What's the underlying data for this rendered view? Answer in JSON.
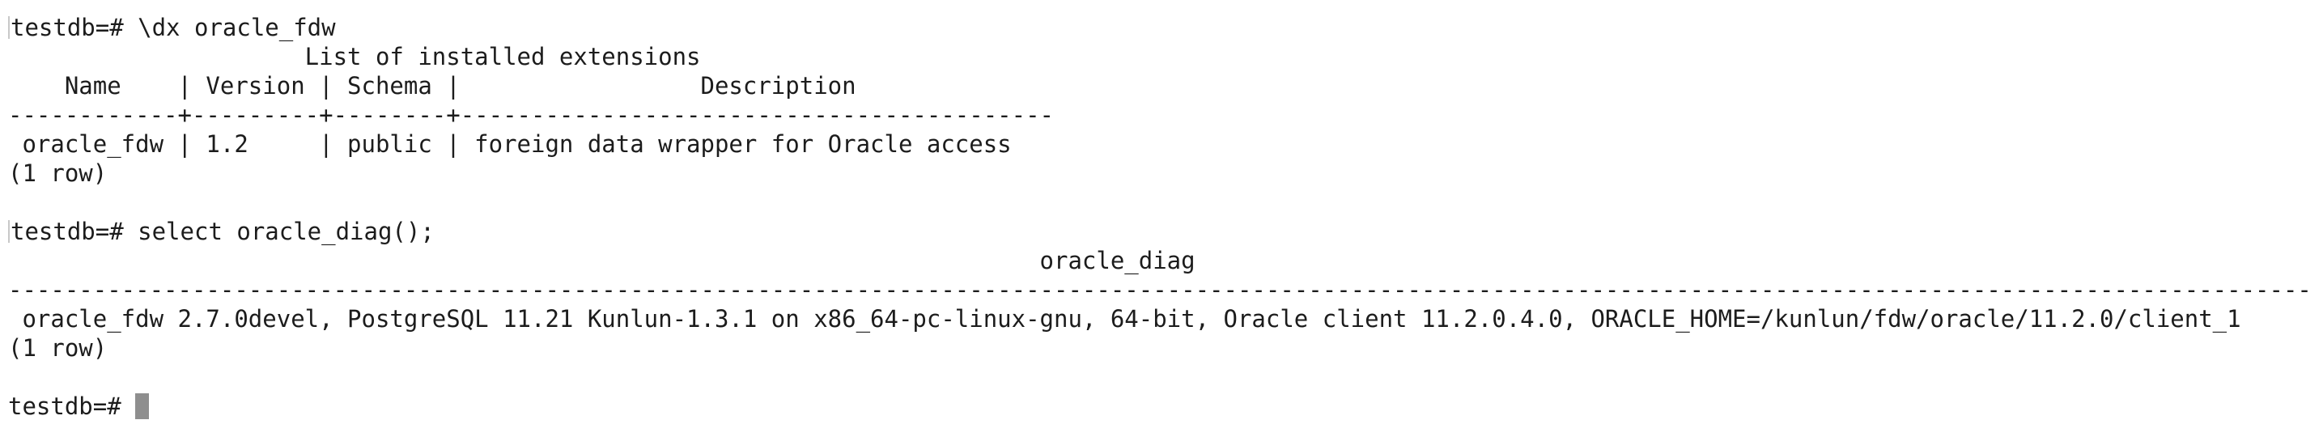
{
  "terminal": {
    "prompt": "testdb=# ",
    "commands": {
      "dx": "\\dx oracle_fdw",
      "diag": "select oracle_diag();"
    },
    "extensions_table": {
      "title": "                     List of installed extensions",
      "header": "    Name    | Version | Schema |                 Description",
      "separator": "------------+---------+--------+------------------------------------------",
      "rows": [
        " oracle_fdw | 1.2     | public | foreign data wrapper for Oracle access"
      ],
      "footer": "(1 row)"
    },
    "diag_table": {
      "header": "                                                                         oracle_diag",
      "separator": "-------------------------------------------------------------------------------------------------------------------------------------------------------------------",
      "rows": [
        " oracle_fdw 2.7.0devel, PostgreSQL 11.21 Kunlun-1.3.1 on x86_64-pc-linux-gnu, 64-bit, Oracle client 11.2.0.4.0, ORACLE_HOME=/kunlun/fdw/oracle/11.2.0/client_1"
      ],
      "footer": "(1 row)"
    },
    "cursor_color": "#8e8e8e"
  }
}
